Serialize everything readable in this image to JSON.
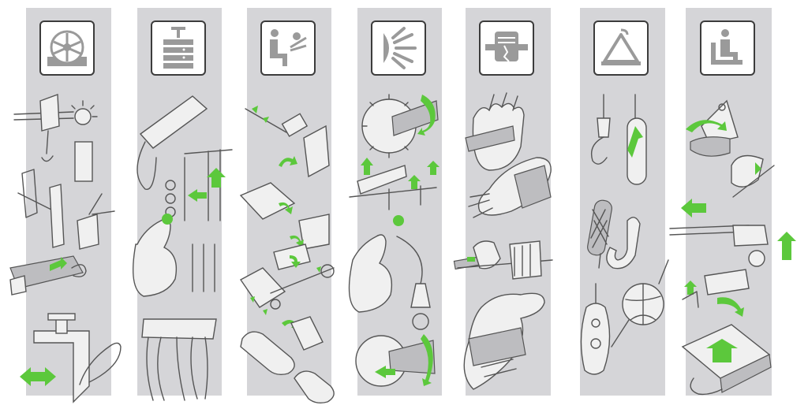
{
  "colors": {
    "panel": "#d5d5d8",
    "icon_border": "#3c3c3c",
    "icon_glyph": "#9a9a9a",
    "accent_green": "#5cc83c",
    "sketch_ink": "#555555"
  },
  "columns": [
    {
      "id": "col-1",
      "icon": "wheel-stop-icon"
    },
    {
      "id": "col-2",
      "icon": "stacked-blocks-icon"
    },
    {
      "id": "col-3",
      "icon": "seated-person-table-icon"
    },
    {
      "id": "col-4",
      "icon": "radiating-spokes-icon"
    },
    {
      "id": "col-5",
      "icon": "broken-fist-icon"
    },
    {
      "id": "col-6",
      "icon": "triangle-hanger-icon"
    },
    {
      "id": "col-7",
      "icon": "seated-person-icon"
    }
  ]
}
